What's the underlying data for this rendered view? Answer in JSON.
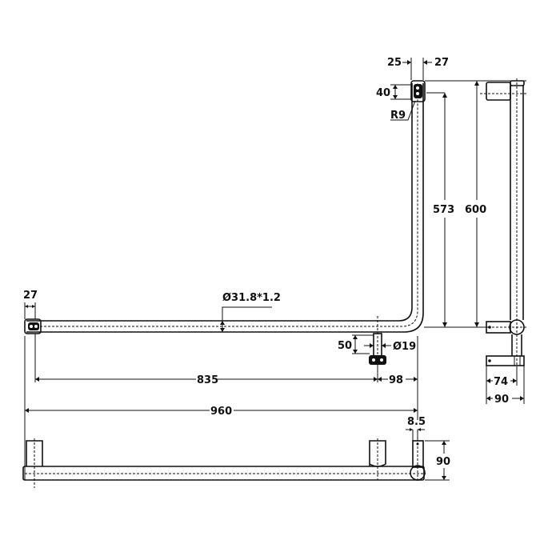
{
  "drawing": {
    "title": "L-shaped grab bar technical drawing",
    "line_color": "#111111",
    "background": "#ffffff",
    "views": [
      "front-view",
      "side-view",
      "top-view"
    ]
  },
  "dimensions": {
    "top_left_width": "25",
    "top_right_offset": "27",
    "flange_height": "40",
    "radius": "R9",
    "vertical_inner": "573",
    "vertical_total": "600",
    "left_flange": "27",
    "tube_diameter": "Ø31.8*1.2",
    "support_offset": "50",
    "support_diameter": "Ø19",
    "horizontal_inner": "835",
    "corner_offset": "98",
    "horizontal_total": "960",
    "side_depth_inner": "74",
    "side_depth_total": "90",
    "top_small": "8.5",
    "top_height": "90"
  }
}
